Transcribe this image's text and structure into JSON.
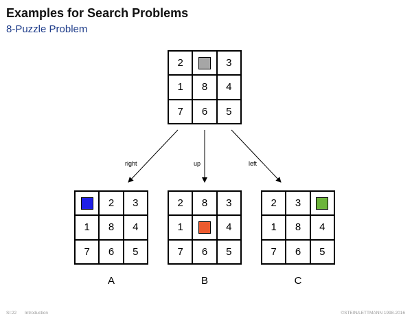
{
  "title": "Examples for Search Problems",
  "subtitle": "8-Puzzle Problem",
  "colors": {
    "blank_top": "#a6a6a6",
    "blank_a": "#1f1fe6",
    "blank_b": "#ec5a2e",
    "blank_c": "#6cb43a"
  },
  "boards": {
    "top": {
      "cells": [
        "2",
        "",
        "3",
        "1",
        "8",
        "4",
        "7",
        "6",
        "5"
      ]
    },
    "a": {
      "cells": [
        "",
        "2",
        "3",
        "1",
        "8",
        "4",
        "7",
        "6",
        "5"
      ],
      "label": "A"
    },
    "b": {
      "cells": [
        "2",
        "8",
        "3",
        "1",
        "",
        "4",
        "7",
        "6",
        "5"
      ],
      "label": "B"
    },
    "c": {
      "cells": [
        "2",
        "3",
        "",
        "1",
        "8",
        "4",
        "7",
        "6",
        "5"
      ],
      "label": "C"
    }
  },
  "moves": {
    "right": "right",
    "up": "up",
    "left": "left"
  },
  "footer": {
    "page": "SI:22",
    "section": "Introduction",
    "copyright": "©STEIN/LETTMANN 1998-2016"
  }
}
